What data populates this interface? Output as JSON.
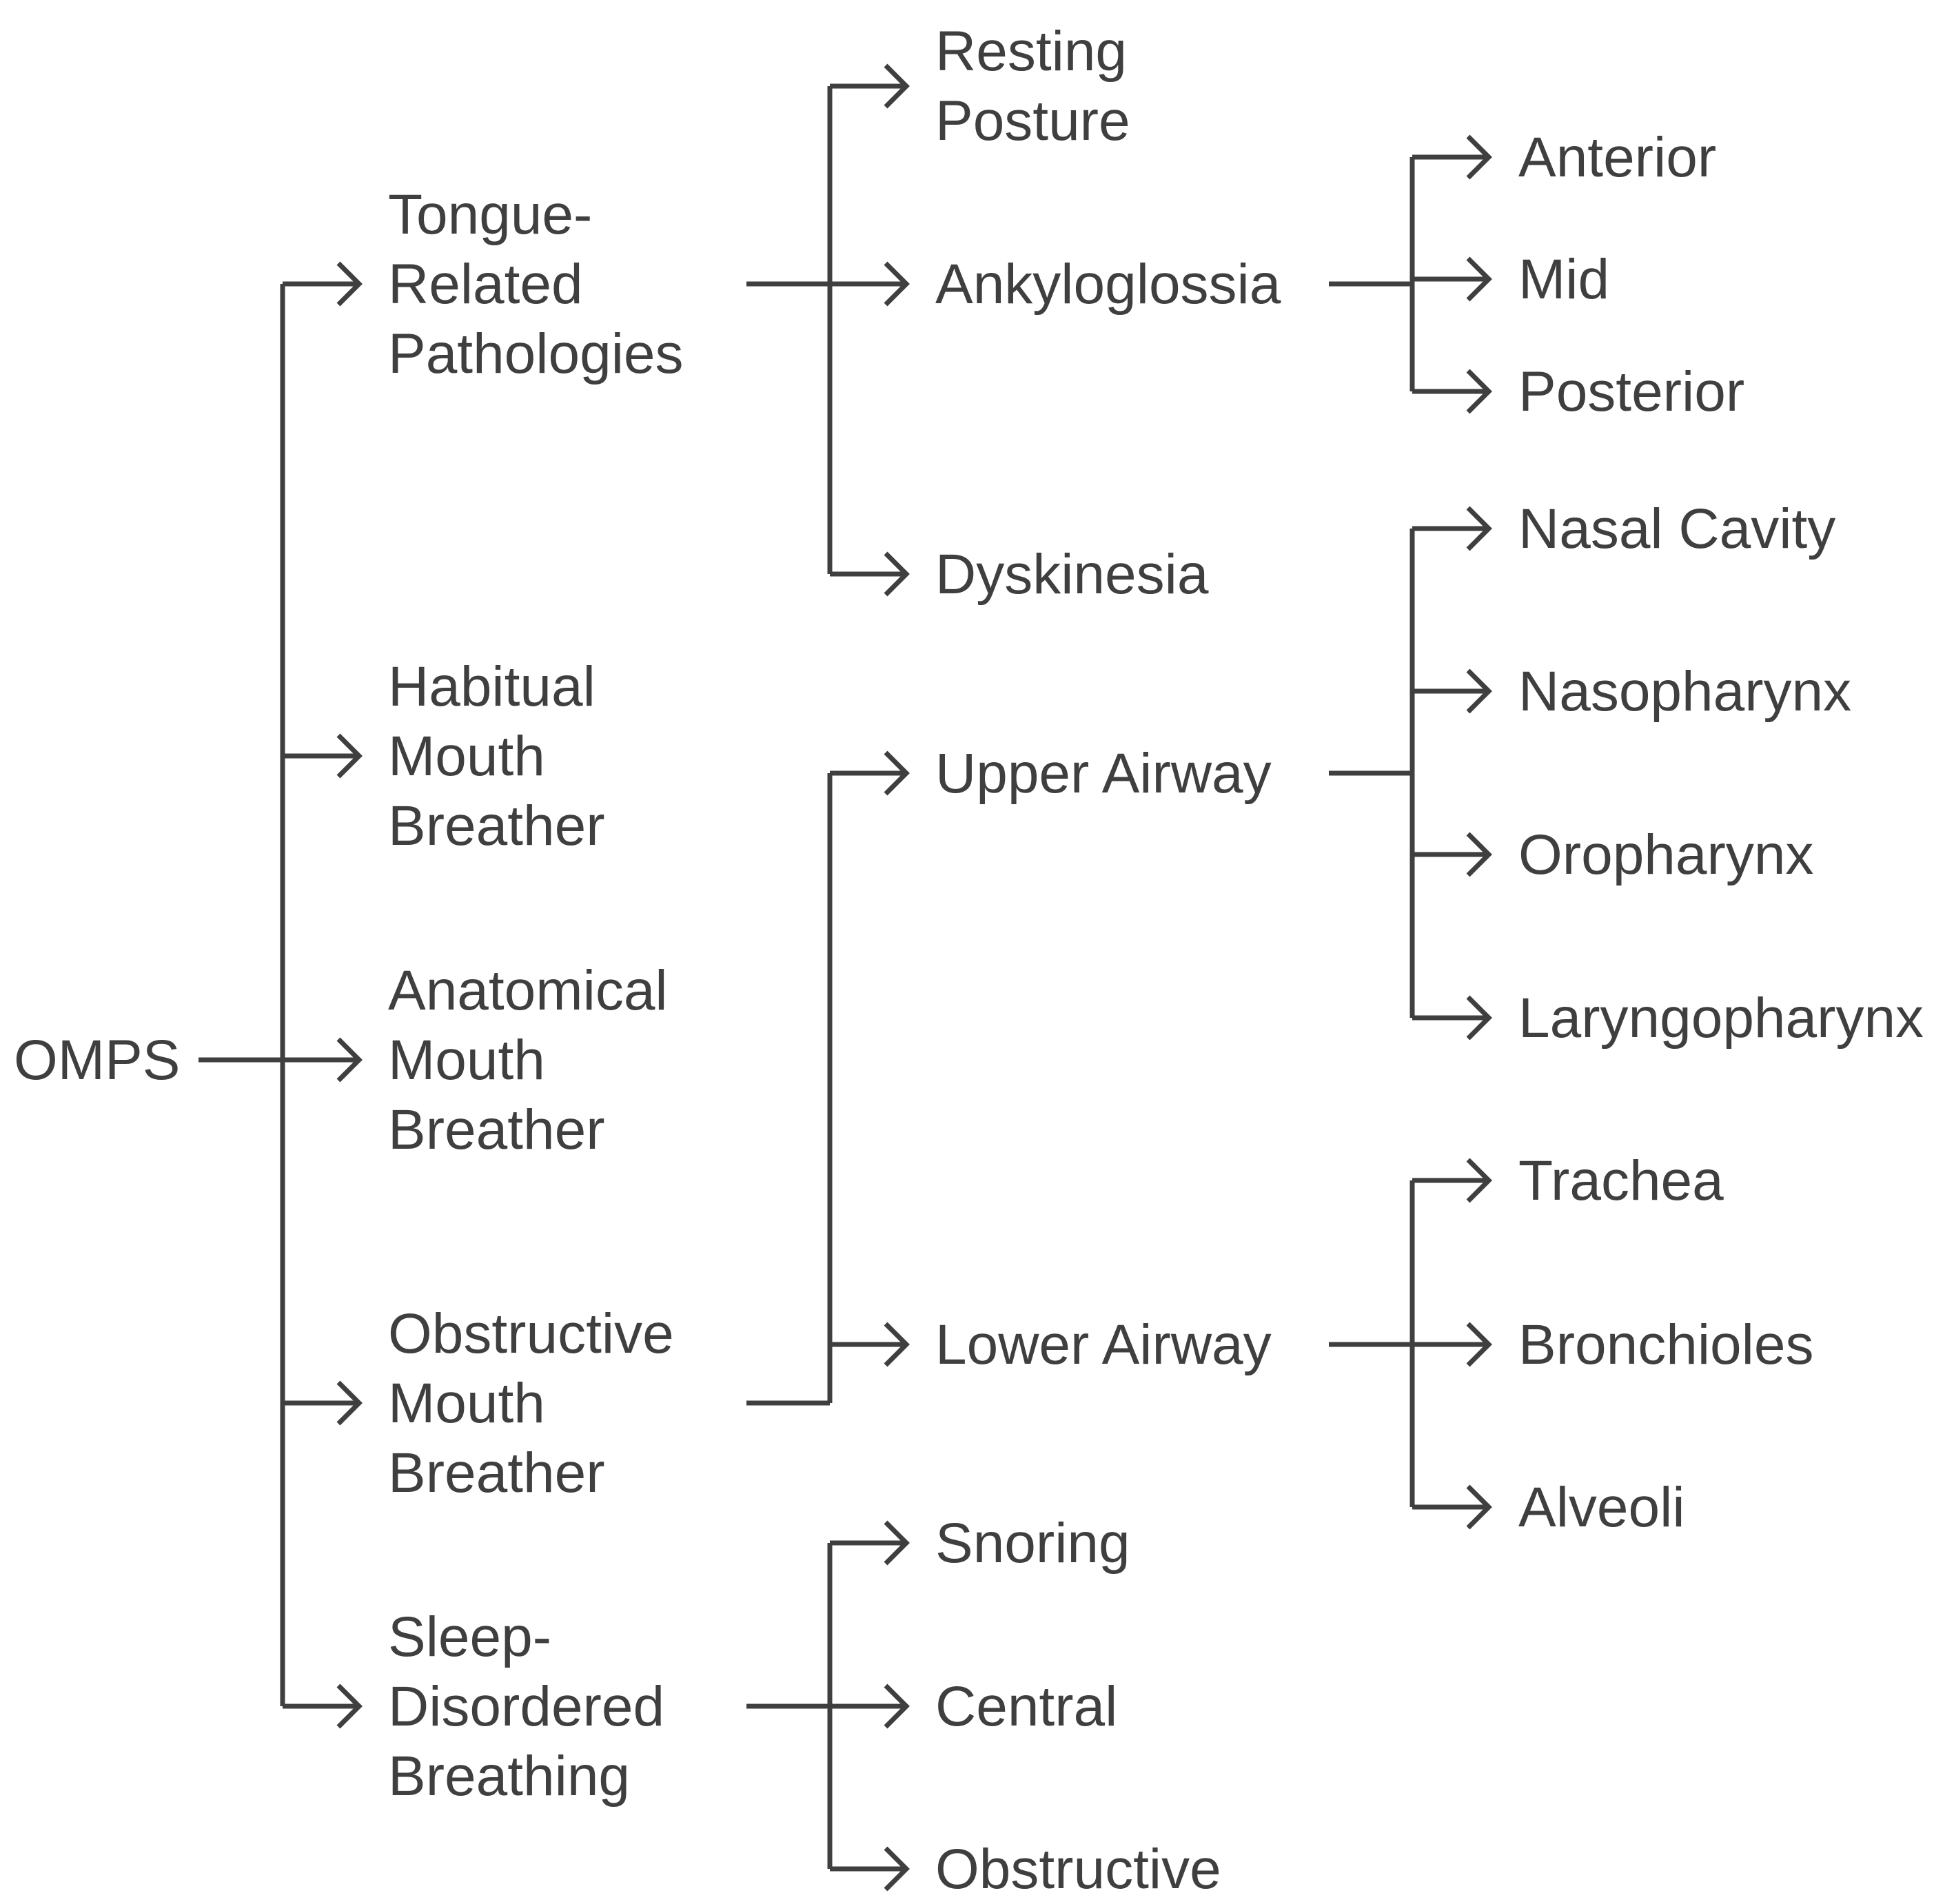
{
  "colors": {
    "line": "#3f3f3f",
    "text": "#3f3f3f",
    "background": "#ffffff"
  },
  "root": {
    "label": "OMPS"
  },
  "level1": [
    {
      "id": "tongue",
      "lines": [
        "Tongue-",
        "Related",
        "Pathologies"
      ]
    },
    {
      "id": "habitual",
      "lines": [
        "Habitual",
        "Mouth",
        "Breather"
      ]
    },
    {
      "id": "anatomical",
      "lines": [
        "Anatomical",
        "Mouth",
        "Breather"
      ]
    },
    {
      "id": "obstructive-mb",
      "lines": [
        "Obstructive",
        "Mouth",
        "Breather"
      ]
    },
    {
      "id": "sleep",
      "lines": [
        "Sleep-",
        "Disordered",
        "Breathing"
      ]
    }
  ],
  "level2": [
    {
      "id": "resting",
      "parent": "tongue",
      "lines": [
        "Resting",
        "Posture"
      ]
    },
    {
      "id": "ankylo",
      "parent": "tongue",
      "lines": [
        "Ankyloglossia"
      ]
    },
    {
      "id": "dyskinesia",
      "parent": "tongue",
      "lines": [
        "Dyskinesia"
      ]
    },
    {
      "id": "upper",
      "parent": "obstructive-mb",
      "lines": [
        "Upper Airway"
      ]
    },
    {
      "id": "lower",
      "parent": "obstructive-mb",
      "lines": [
        "Lower Airway"
      ]
    },
    {
      "id": "snoring",
      "parent": "sleep",
      "lines": [
        "Snoring"
      ]
    },
    {
      "id": "central",
      "parent": "sleep",
      "lines": [
        "Central"
      ]
    },
    {
      "id": "obstructive",
      "parent": "sleep",
      "lines": [
        "Obstructive"
      ]
    }
  ],
  "level3": [
    {
      "id": "anterior",
      "parent": "ankylo",
      "lines": [
        "Anterior"
      ]
    },
    {
      "id": "mid",
      "parent": "ankylo",
      "lines": [
        "Mid"
      ]
    },
    {
      "id": "posterior",
      "parent": "ankylo",
      "lines": [
        "Posterior"
      ]
    },
    {
      "id": "nasal-cavity",
      "parent": "upper",
      "lines": [
        "Nasal Cavity"
      ]
    },
    {
      "id": "nasopharynx",
      "parent": "upper",
      "lines": [
        "Nasopharynx"
      ]
    },
    {
      "id": "oropharynx",
      "parent": "upper",
      "lines": [
        "Oropharynx"
      ]
    },
    {
      "id": "laryngopharynx",
      "parent": "upper",
      "lines": [
        "Laryngopharynx"
      ]
    },
    {
      "id": "trachea",
      "parent": "lower",
      "lines": [
        "Trachea"
      ]
    },
    {
      "id": "bronchioles",
      "parent": "lower",
      "lines": [
        "Bronchioles"
      ]
    },
    {
      "id": "alveoli",
      "parent": "lower",
      "lines": [
        "Alveoli"
      ]
    }
  ]
}
